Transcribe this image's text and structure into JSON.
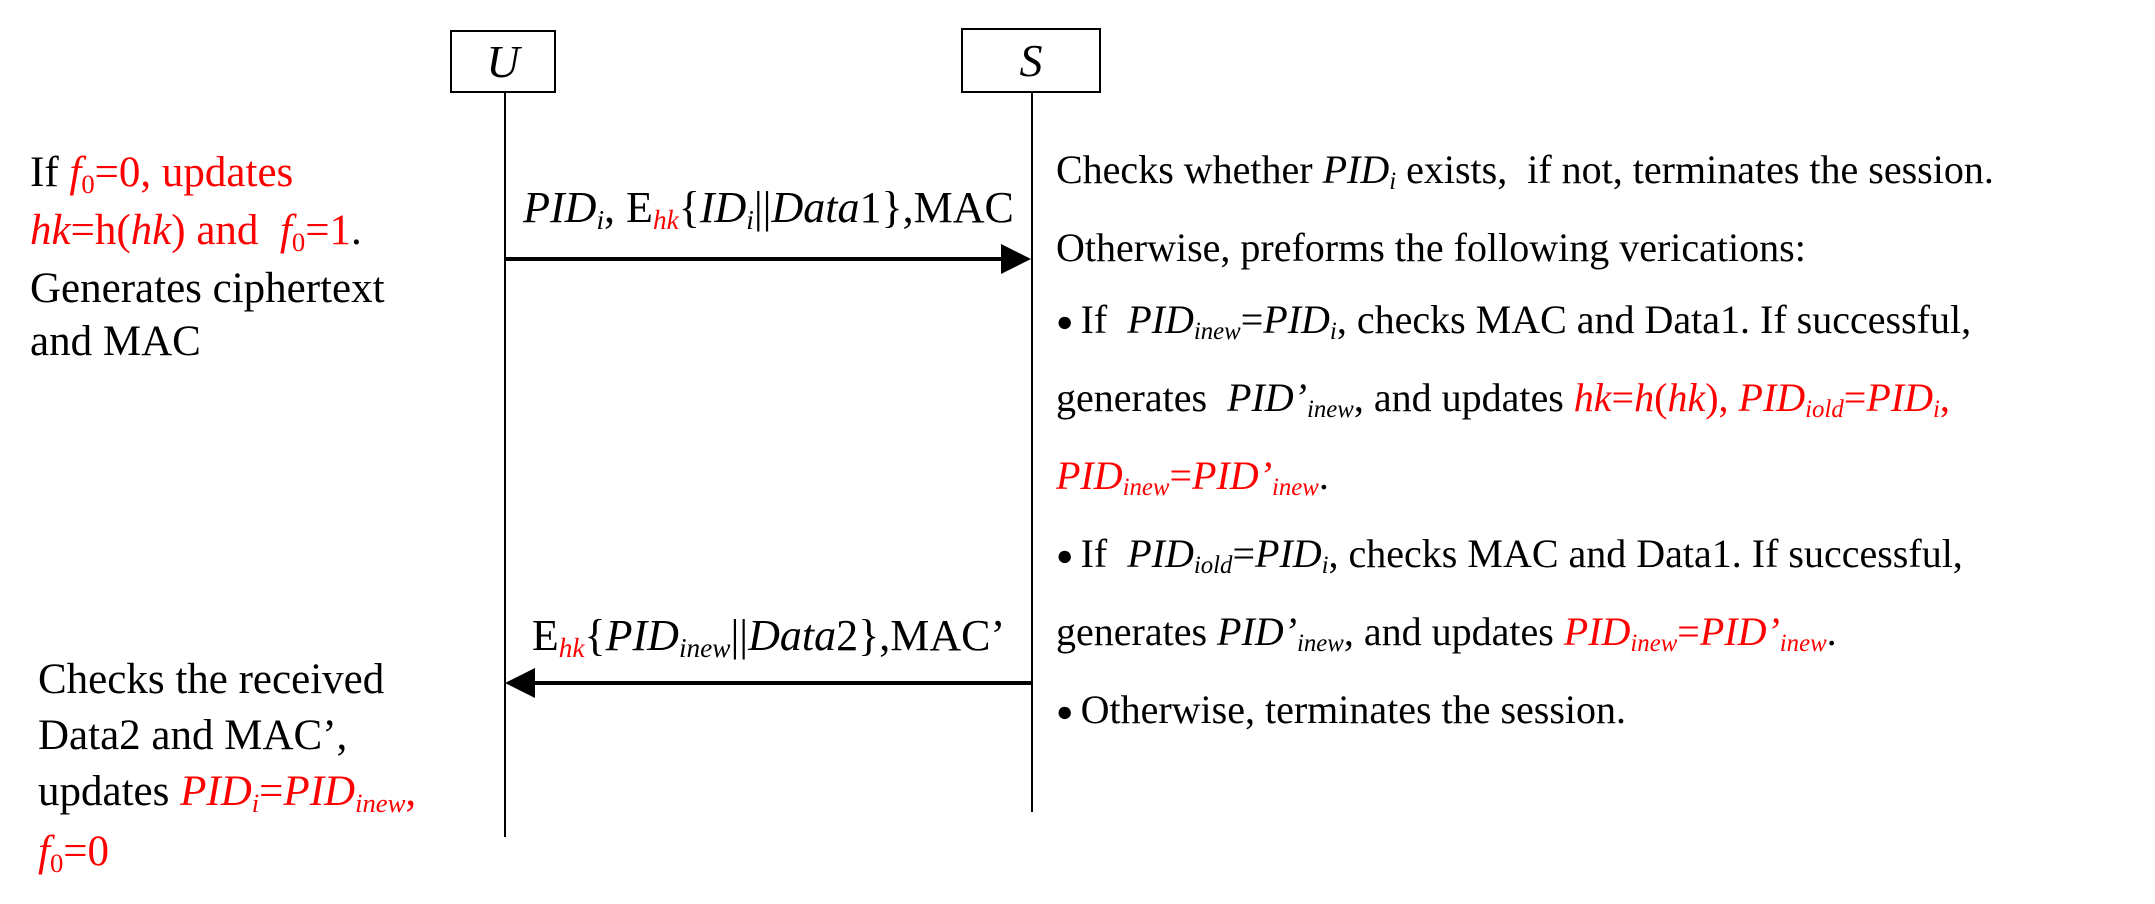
{
  "colors": {
    "red": "#ff0000",
    "black": "#000000"
  },
  "actors": {
    "u": "U",
    "s": "S"
  },
  "messages": {
    "msg1": {
      "runs": [
        {
          "t": "PID",
          "i": true
        },
        {
          "t": "i",
          "i": true,
          "s": true
        },
        {
          "t": ", E"
        },
        {
          "t": "hk",
          "i": true,
          "s": true,
          "r": true
        },
        {
          "t": "{"
        },
        {
          "t": "ID",
          "i": true
        },
        {
          "t": "i",
          "i": true,
          "s": true
        },
        {
          "t": "||"
        },
        {
          "t": "Data",
          "i": true
        },
        {
          "t": "1},MAC"
        }
      ]
    },
    "msg2": {
      "runs": [
        {
          "t": "E"
        },
        {
          "t": "hk",
          "i": true,
          "s": true,
          "r": true
        },
        {
          "t": "{"
        },
        {
          "t": "PID",
          "i": true
        },
        {
          "t": "inew",
          "i": true,
          "s": true
        },
        {
          "t": "||"
        },
        {
          "t": "Data",
          "i": true
        },
        {
          "t": "2},MAC’"
        }
      ]
    }
  },
  "left_top": {
    "lines": [
      [
        {
          "t": "If "
        },
        {
          "t": "f",
          "i": true,
          "r": true
        },
        {
          "t": "0",
          "s": true,
          "r": true
        },
        {
          "t": "=0, updates",
          "r": true
        }
      ],
      [
        {
          "t": "hk",
          "i": true,
          "r": true
        },
        {
          "t": "=h(",
          "r": true
        },
        {
          "t": "hk",
          "i": true,
          "r": true
        },
        {
          "t": ") and  ",
          "r": true
        },
        {
          "t": "f",
          "i": true,
          "r": true
        },
        {
          "t": "0",
          "s": true,
          "r": true
        },
        {
          "t": "=1",
          "r": true
        },
        {
          "t": "."
        }
      ],
      [
        {
          "t": "Generates ciphertext"
        }
      ],
      [
        {
          "t": "and MAC"
        }
      ]
    ]
  },
  "left_bottom": {
    "lines": [
      [
        {
          "t": "Checks the received"
        }
      ],
      [
        {
          "t": "Data2 and MAC’,"
        }
      ],
      [
        {
          "t": "updates "
        },
        {
          "t": "PID",
          "i": true,
          "r": true
        },
        {
          "t": "i",
          "i": true,
          "s": true,
          "r": true
        },
        {
          "t": "=",
          "r": true
        },
        {
          "t": "PID",
          "i": true,
          "r": true
        },
        {
          "t": "inew",
          "i": true,
          "s": true,
          "r": true
        },
        {
          "t": ",",
          "r": true
        }
      ],
      [
        {
          "t": "f",
          "i": true,
          "r": true
        },
        {
          "t": "0",
          "s": true,
          "r": true
        },
        {
          "t": "=0",
          "r": true
        }
      ]
    ]
  },
  "right": {
    "lines": [
      [
        {
          "t": "Checks whether "
        },
        {
          "t": "PID",
          "i": true
        },
        {
          "t": "i",
          "i": true,
          "s": true
        },
        {
          "t": " exists,  if not, terminates the session."
        }
      ],
      [
        {
          "t": "Otherwise, preforms the following verications:"
        }
      ],
      [
        {
          "t": "● ",
          "b": true
        },
        {
          "t": "If  "
        },
        {
          "t": "PID",
          "i": true
        },
        {
          "t": "inew",
          "i": true,
          "s": true
        },
        {
          "t": "="
        },
        {
          "t": "PID",
          "i": true
        },
        {
          "t": "i",
          "i": true,
          "s": true
        },
        {
          "t": ", checks MAC and Data1. If successful,"
        }
      ],
      [
        {
          "t": "generates  "
        },
        {
          "t": "PID’",
          "i": true
        },
        {
          "t": "inew",
          "i": true,
          "s": true
        },
        {
          "t": ", and updates "
        },
        {
          "t": "hk",
          "i": true,
          "r": true
        },
        {
          "t": "=",
          "r": true
        },
        {
          "t": "h",
          "i": true,
          "r": true
        },
        {
          "t": "(",
          "r": true
        },
        {
          "t": "hk",
          "i": true,
          "r": true
        },
        {
          "t": "), ",
          "r": true
        },
        {
          "t": "PID",
          "i": true,
          "r": true
        },
        {
          "t": "iold",
          "i": true,
          "s": true,
          "r": true
        },
        {
          "t": "=",
          "r": true
        },
        {
          "t": "PID",
          "i": true,
          "r": true
        },
        {
          "t": "i",
          "i": true,
          "s": true,
          "r": true
        },
        {
          "t": ",",
          "r": true
        }
      ],
      [
        {
          "t": "PID",
          "i": true,
          "r": true
        },
        {
          "t": "inew",
          "i": true,
          "s": true,
          "r": true
        },
        {
          "t": "=",
          "r": true
        },
        {
          "t": "PID’",
          "i": true,
          "r": true
        },
        {
          "t": "inew",
          "i": true,
          "s": true,
          "r": true
        },
        {
          "t": "."
        }
      ],
      [
        {
          "t": "● ",
          "b": true
        },
        {
          "t": "If  "
        },
        {
          "t": "PID",
          "i": true
        },
        {
          "t": "iold",
          "i": true,
          "s": true
        },
        {
          "t": "="
        },
        {
          "t": "PID",
          "i": true
        },
        {
          "t": "i",
          "i": true,
          "s": true
        },
        {
          "t": ", checks MAC and Data1. If successful,"
        }
      ],
      [
        {
          "t": "generates "
        },
        {
          "t": "PID’",
          "i": true
        },
        {
          "t": "inew",
          "i": true,
          "s": true
        },
        {
          "t": ", and updates "
        },
        {
          "t": "PID",
          "i": true,
          "r": true
        },
        {
          "t": "inew",
          "i": true,
          "s": true,
          "r": true
        },
        {
          "t": "=",
          "r": true
        },
        {
          "t": "PID’",
          "i": true,
          "r": true
        },
        {
          "t": "inew",
          "i": true,
          "s": true,
          "r": true
        },
        {
          "t": "."
        }
      ],
      [
        {
          "t": "● ",
          "b": true
        },
        {
          "t": "Otherwise, terminates the session."
        }
      ]
    ]
  }
}
